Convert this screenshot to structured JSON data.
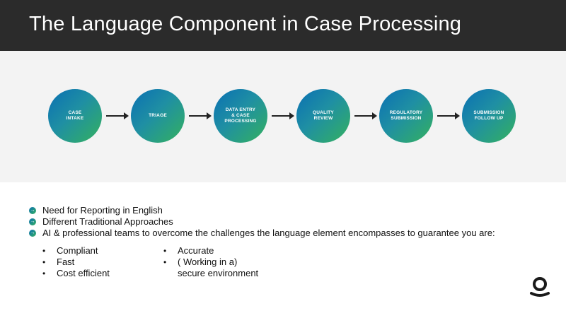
{
  "header": {
    "title": "The Language Component in Case Processing"
  },
  "process_steps": [
    {
      "label": "CASE\nINTAKE"
    },
    {
      "label": "TRIAGE"
    },
    {
      "label": "DATA ENTRY\n& CASE\nPROCESSING"
    },
    {
      "label": "QUALITY\nREVIEW"
    },
    {
      "label": "REGULATORY\nSUBMISSION"
    },
    {
      "label": "SUBMISSION\nFOLLOW UP"
    }
  ],
  "bullets": [
    "Need for Reporting in English",
    "Different Traditional Approaches",
    "AI & professional teams to overcome the challenges the language element encompasses to guarantee you are:"
  ],
  "sub_bullets_left": [
    "Compliant",
    "Fast",
    "Cost efficient"
  ],
  "sub_bullets_right": [
    "Accurate",
    "( Working in a)",
    "secure environment"
  ],
  "colors": {
    "header_bg": "#2b2b2b",
    "band_bg": "#f3f3f3",
    "gradient_start": "#0a6fb3",
    "gradient_end": "#34b15e"
  },
  "icons": {
    "bullet": "arrow-circle-icon",
    "logo": "brand-logo-icon"
  }
}
